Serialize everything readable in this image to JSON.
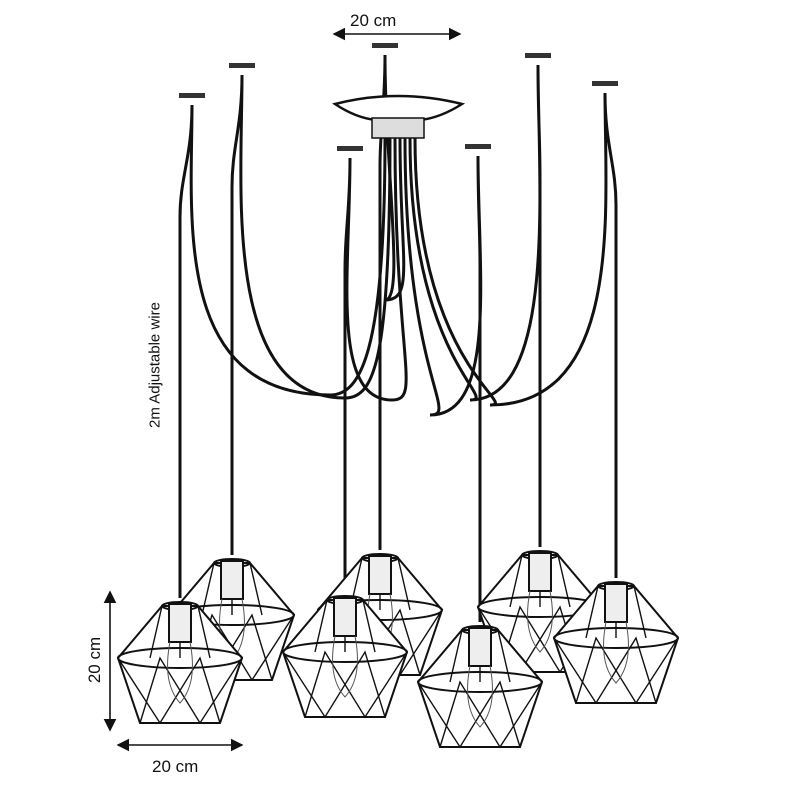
{
  "dimensions": {
    "canopy_width": "20 cm",
    "wire_length": "2m Adjustable wire",
    "cage_height": "20 cm",
    "cage_width": "20 cm"
  },
  "colors": {
    "line": "#111111",
    "background": "#ffffff"
  },
  "pendant_count": 7
}
